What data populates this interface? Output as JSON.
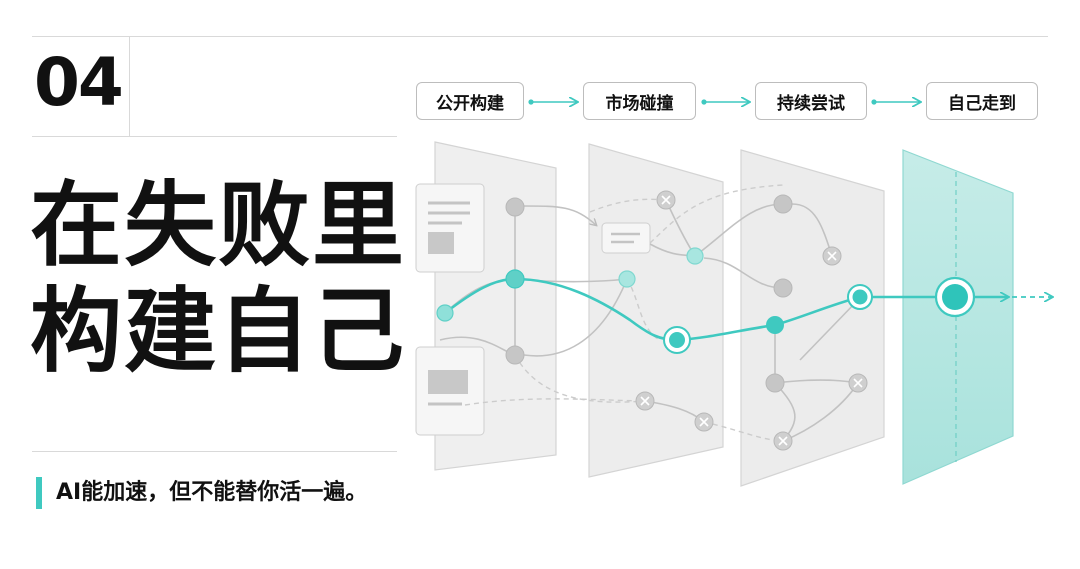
{
  "chapter": {
    "number": "04"
  },
  "title": {
    "line1": "在失败里",
    "line2": "构建自己"
  },
  "subtitle": "AI能加速，但不能替你活一遍。",
  "flow_steps": [
    "公开构建",
    "市场碰撞",
    "持续尝试",
    "自己走到"
  ],
  "colors": {
    "accent": "#3fc9c0",
    "node_gray": "#c4c4c4",
    "panel_gray": "#ececec",
    "text": "#111111"
  },
  "icons": [
    "fail-x-icon",
    "document-icon"
  ]
}
